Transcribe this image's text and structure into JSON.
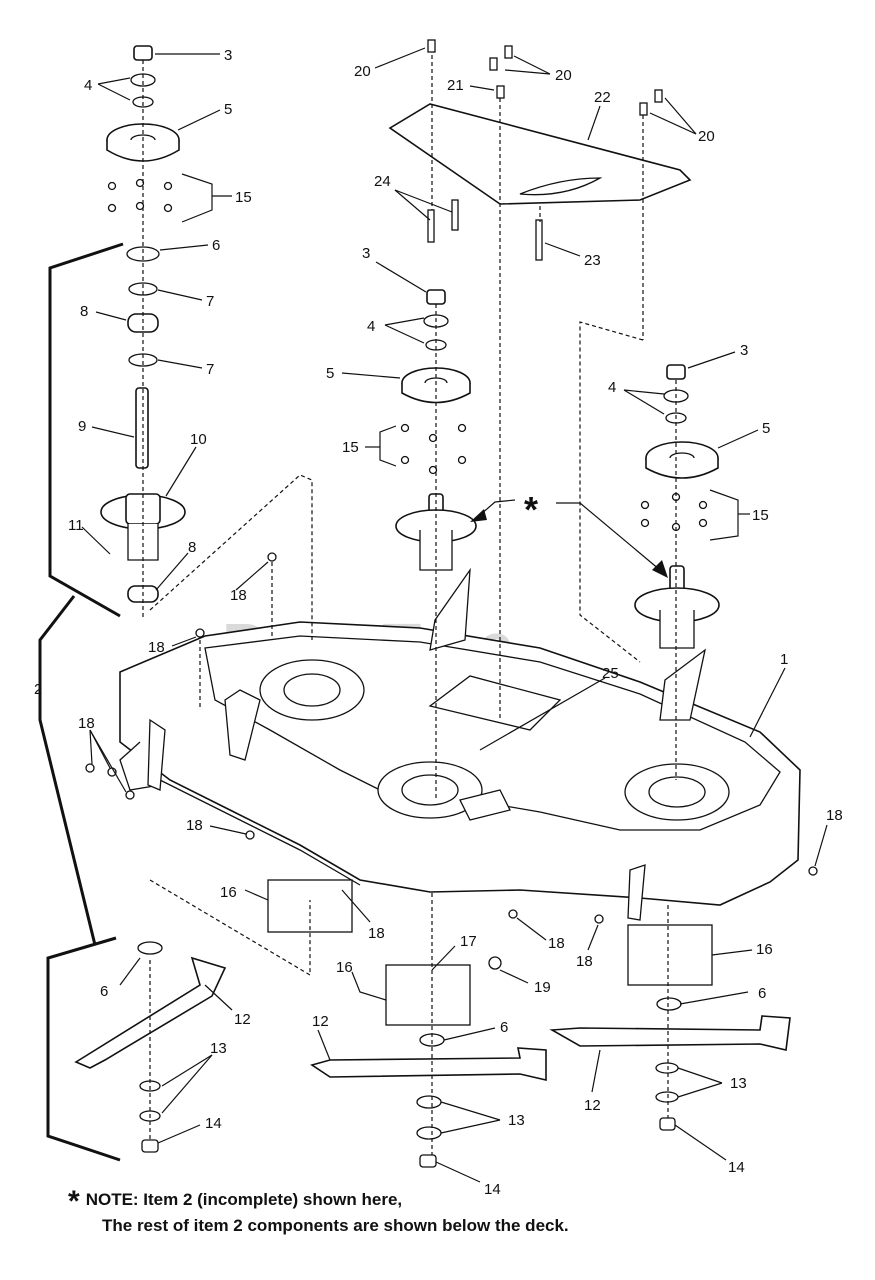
{
  "watermark": "PartsTree",
  "callouts": [
    "1",
    "2",
    "3",
    "4",
    "5",
    "6",
    "7",
    "8",
    "9",
    "10",
    "11",
    "12",
    "13",
    "14",
    "15",
    "16",
    "17",
    "18",
    "19",
    "20",
    "21",
    "22",
    "23",
    "24",
    "25"
  ],
  "asterisk": "*",
  "note": {
    "symbol": "*",
    "line1": "NOTE: Item 2 (incomplete) shown here,",
    "line2": "The rest of item 2 components are shown below the deck."
  }
}
